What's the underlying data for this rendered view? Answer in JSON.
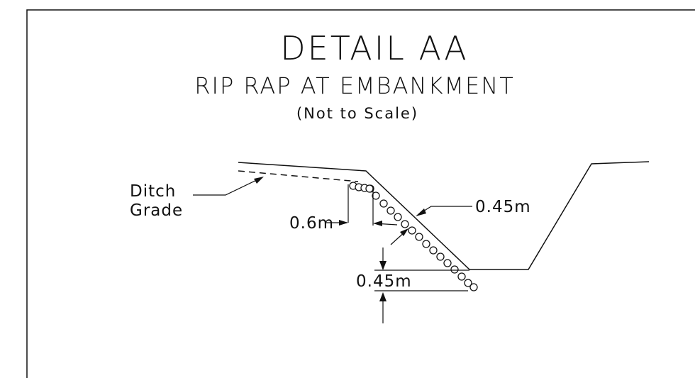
{
  "detail": {
    "title": "DETAIL AA",
    "subtitle": "RIP RAP AT EMBANKMENT",
    "note": "(Not to Scale)"
  },
  "labels": {
    "ditch_line1": "Ditch",
    "ditch_line2": "Grade",
    "width_dim": "0.6m",
    "slope_thickness_dim": "0.45m",
    "bottom_thickness_dim": "0.45m"
  },
  "colors": {
    "ink": "#111111",
    "paper": "#ffffff"
  }
}
